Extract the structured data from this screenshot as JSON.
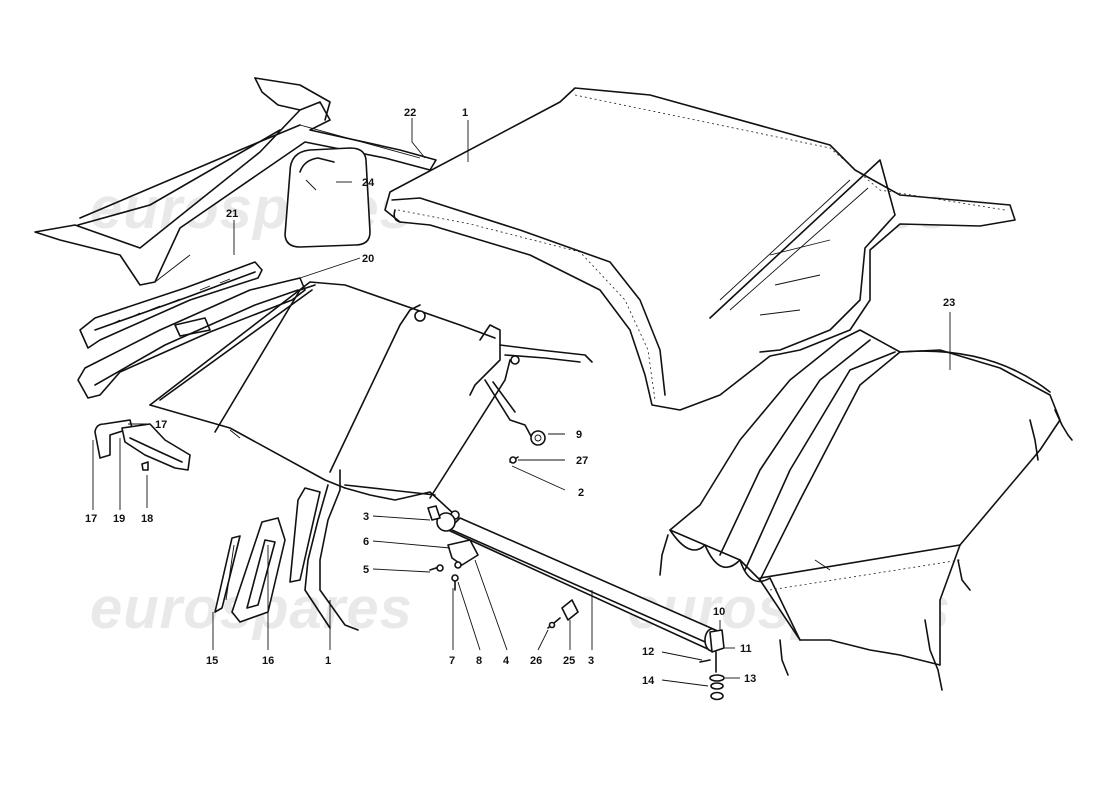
{
  "watermark": {
    "text": "eurospares",
    "color": "#e9e9e9"
  },
  "callouts": [
    {
      "id": "c1a",
      "text": "1"
    },
    {
      "id": "c1b",
      "text": "1"
    },
    {
      "id": "c2",
      "text": "2"
    },
    {
      "id": "c3a",
      "text": "3"
    },
    {
      "id": "c3b",
      "text": "3"
    },
    {
      "id": "c4",
      "text": "4"
    },
    {
      "id": "c5",
      "text": "5"
    },
    {
      "id": "c6",
      "text": "6"
    },
    {
      "id": "c7",
      "text": "7"
    },
    {
      "id": "c8",
      "text": "8"
    },
    {
      "id": "c9",
      "text": "9"
    },
    {
      "id": "c10",
      "text": "10"
    },
    {
      "id": "c11",
      "text": "11"
    },
    {
      "id": "c12",
      "text": "12"
    },
    {
      "id": "c13",
      "text": "13"
    },
    {
      "id": "c14",
      "text": "14"
    },
    {
      "id": "c15",
      "text": "15"
    },
    {
      "id": "c16",
      "text": "16"
    },
    {
      "id": "c17a",
      "text": "17"
    },
    {
      "id": "c17b",
      "text": "17"
    },
    {
      "id": "c18",
      "text": "18"
    },
    {
      "id": "c19",
      "text": "19"
    },
    {
      "id": "c20",
      "text": "20"
    },
    {
      "id": "c21",
      "text": "21"
    },
    {
      "id": "c22",
      "text": "22"
    },
    {
      "id": "c23",
      "text": "23"
    },
    {
      "id": "c24",
      "text": "24"
    },
    {
      "id": "c25",
      "text": "25"
    },
    {
      "id": "c26",
      "text": "26"
    },
    {
      "id": "c27",
      "text": "27"
    }
  ]
}
